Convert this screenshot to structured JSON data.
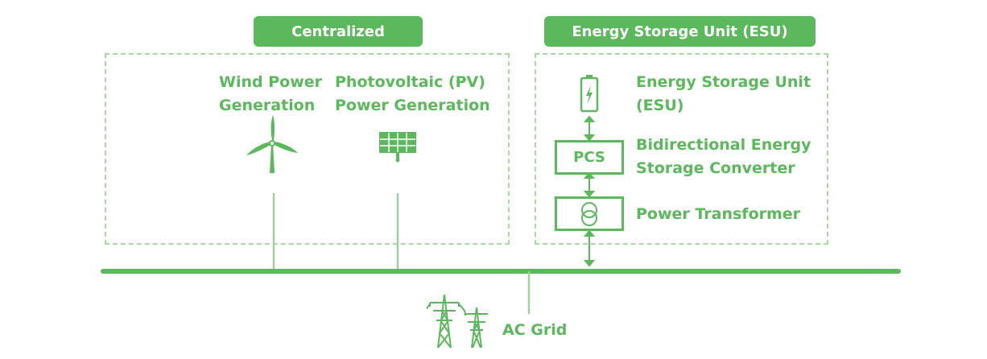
{
  "centralized": {
    "title": "Centralized",
    "wind": {
      "line1": "Wind Power",
      "line2": "Generation",
      "icon": "wind-turbine-icon"
    },
    "pv": {
      "line1": "Photovoltaic (PV)",
      "line2": "Power Generation",
      "icon": "solar-panel-icon"
    }
  },
  "esu_section": {
    "title": "Energy Storage Unit (ESU)",
    "esu": {
      "line1": "Energy Storage Unit",
      "line2": "(ESU)",
      "icon": "battery-icon"
    },
    "pcs": {
      "box_label": "PCS",
      "line1": "Bidirectional Energy",
      "line2": "Storage Converter"
    },
    "transformer": {
      "line1": "Power Transformer",
      "icon": "transformer-icon"
    }
  },
  "grid": {
    "label": "AC Grid",
    "icon": "transmission-tower-icon"
  },
  "colors": {
    "accent": "#5cb85c",
    "light": "#a9d8a3",
    "line": "#9fd19a"
  }
}
